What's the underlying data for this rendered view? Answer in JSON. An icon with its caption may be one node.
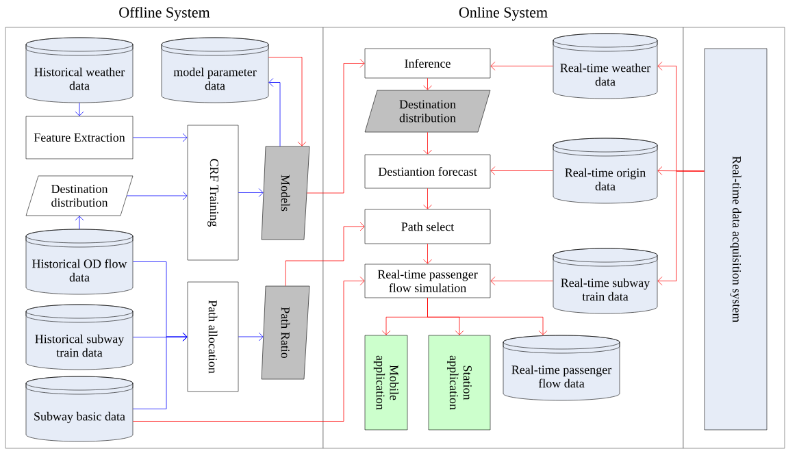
{
  "diagram": {
    "nodes": [
      {
        "text": [
          "Offline System"
        ]
      },
      {
        "text": [
          "Historical weather data"
        ],
        "in": 0
      },
      {
        "text": [
          "model parameter data"
        ],
        "in": 0
      },
      {
        "text": [
          "Feature Extraction"
        ],
        "in": 0
      },
      {
        "text": [
          "CRF Training"
        ],
        "in": 0
      },
      {
        "text": [
          "Models"
        ],
        "in": 0
      },
      {
        "text": [
          "Destination distribution"
        ],
        "in": 0
      },
      {
        "text": [
          "Historical OD flow data"
        ],
        "in": 0
      },
      {
        "text": [
          "Path allocation"
        ],
        "in": 0
      },
      {
        "text": [
          "Path Ratio"
        ],
        "in": 0
      },
      {
        "text": [
          "Historical subway train data"
        ],
        "in": 0
      },
      {
        "text": [
          "Subway basic data"
        ],
        "in": 0
      },
      {
        "text": [
          "Online System"
        ]
      },
      {
        "text": [
          "Inference"
        ],
        "in": 12
      },
      {
        "text": [
          "Real-time weather data"
        ],
        "in": 12
      },
      {
        "text": [
          "Destination distribution"
        ],
        "in": 12
      },
      {
        "text": [
          "Destiantion forecast"
        ],
        "in": 12
      },
      {
        "text": [
          "Real-time origin data"
        ],
        "in": 12
      },
      {
        "text": [
          "Path select"
        ],
        "in": 12
      },
      {
        "text": [
          "Real-time passenger flow simulation"
        ],
        "in": 12
      },
      {
        "text": [
          "Real-time subway train data"
        ],
        "in": 12
      },
      {
        "text": [
          "Mobile application"
        ],
        "in": 12
      },
      {
        "text": [
          "Station application"
        ],
        "in": 12
      },
      {
        "text": [
          "Real-time passenger flow data"
        ],
        "in": 12
      },
      {
        "text": [],
        "shape": "box"
      },
      {
        "text": [
          "Real-time data acquisition system"
        ],
        "in": 24
      }
    ],
    "edges": [
      {
        "from": 1,
        "to": 3,
        "arrow": "to",
        "color": "#0000ff"
      },
      {
        "from": 2,
        "to": 5,
        "arrow": "to"
      },
      {
        "from": 5,
        "to": 2,
        "arrow": "to",
        "color": "#0000ff"
      },
      {
        "from": 3,
        "to": 4,
        "arrow": "to",
        "color": "#0000ff"
      },
      {
        "from": 6,
        "to": 4,
        "arrow": "to",
        "color": "#0000ff"
      },
      {
        "from": 7,
        "to": 6,
        "arrow": "to",
        "color": "#0000ff"
      },
      {
        "from": 4,
        "to": 5,
        "arrow": "to",
        "color": "#0000ff"
      },
      {
        "from": 7,
        "to": 8,
        "arrow": "to",
        "color": "#0000ff"
      },
      {
        "from": 10,
        "to": 8,
        "arrow": "to",
        "color": "#0000ff"
      },
      {
        "from": 11,
        "to": 8,
        "arrow": "to",
        "color": "#0000ff"
      },
      {
        "from": 8,
        "to": 9,
        "arrow": "to",
        "color": "#0000ff"
      },
      {
        "from": 5,
        "to": 13,
        "arrow": "to"
      },
      {
        "from": 9,
        "to": 18,
        "arrow": "to"
      },
      {
        "from": 11,
        "to": 19,
        "arrow": "to"
      },
      {
        "from": 14,
        "to": 13,
        "arrow": "to"
      },
      {
        "from": 13,
        "to": 15,
        "arrow": "to"
      },
      {
        "from": 15,
        "to": 16,
        "arrow": "to"
      },
      {
        "from": 17,
        "to": 16,
        "arrow": "to"
      },
      {
        "from": 16,
        "to": 18,
        "arrow": "to"
      },
      {
        "from": 18,
        "to": 19,
        "arrow": "to"
      },
      {
        "from": 20,
        "to": 19,
        "arrow": "to"
      },
      {
        "from": 19,
        "to": 21,
        "arrow": "to"
      },
      {
        "from": 19,
        "to": 22,
        "arrow": "to"
      },
      {
        "from": 19,
        "to": 23,
        "arrow": "to"
      },
      {
        "from": 25,
        "to": 14,
        "arrow": "to"
      },
      {
        "from": 25,
        "to": 17,
        "arrow": "to"
      },
      {
        "from": 25,
        "to": 20,
        "arrow": "to"
      }
    ]
  }
}
